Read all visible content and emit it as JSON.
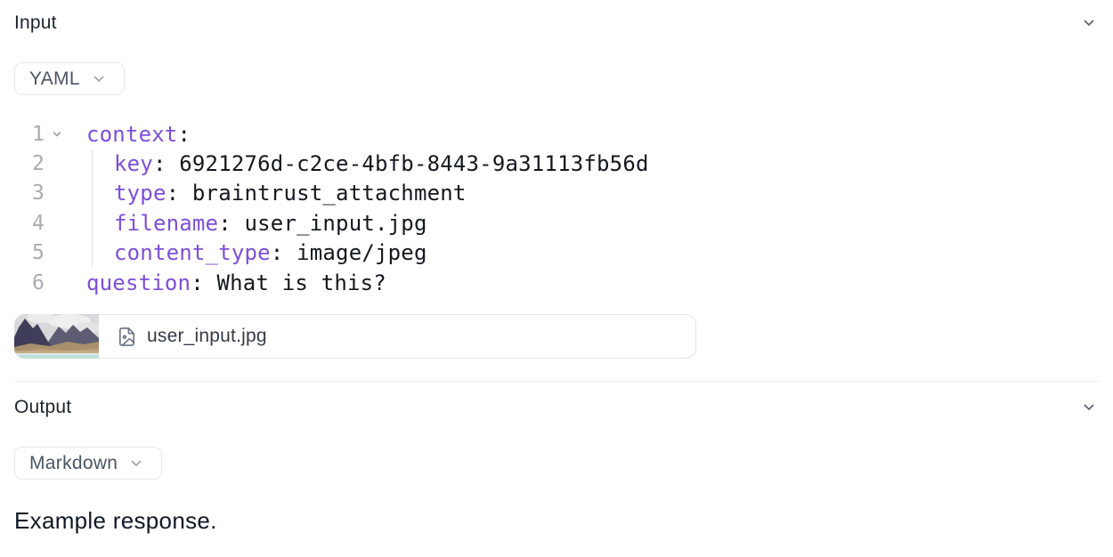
{
  "accent_color": "#7d4fd8",
  "input_section": {
    "title": "Input",
    "collapse_icon": "chevron-down",
    "format_selector": {
      "value": "YAML",
      "icon": "chevron-down"
    },
    "code_block": {
      "fold_icon": "chevron-down",
      "lines": [
        {
          "number": "1",
          "key": "context",
          "rest": ":"
        },
        {
          "number": "2",
          "key": "key",
          "rest": ": 6921276d-c2ce-4bfb-8443-9a31113fb56d"
        },
        {
          "number": "3",
          "key": "type",
          "rest": ": braintrust_attachment"
        },
        {
          "number": "4",
          "key": "filename",
          "rest": ": user_input.jpg"
        },
        {
          "number": "5",
          "key": "content_type",
          "rest": ": image/jpeg"
        },
        {
          "number": "6",
          "key": "question",
          "rest": ": What is this?"
        }
      ]
    },
    "attachment": {
      "filename": "user_input.jpg",
      "file_icon": "file-image",
      "thumbnail": "mountain-landscape-photo"
    }
  },
  "output_section": {
    "title": "Output",
    "collapse_icon": "chevron-down",
    "format_selector": {
      "value": "Markdown",
      "icon": "chevron-down"
    },
    "content": "Example response."
  }
}
